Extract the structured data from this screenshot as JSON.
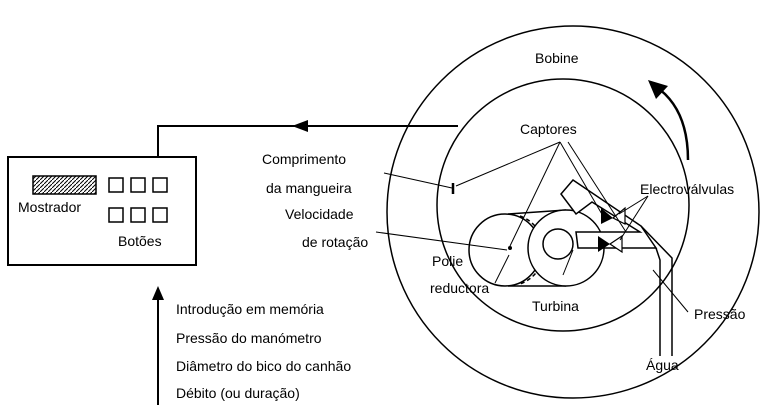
{
  "labels": {
    "bobine": "Bobine",
    "captores": "Captores",
    "comprimento": "Comprimento",
    "da_mangueira": "da mangueira",
    "electrovalvulas": "Electroválvulas",
    "velocidade": "Velocidade",
    "de_rotacao": "de rotação",
    "polie": "Polie",
    "reductora": "reductora",
    "turbina": "Turbina",
    "pressao": "Pressão",
    "agua": "Água",
    "mostrador": "Mostrador",
    "botoes": "Botões"
  },
  "inputs": [
    "Introdução em memória",
    "Pressão do manómetro",
    "Diâmetro do bico do canhão",
    "Débito (ou duração)"
  ]
}
